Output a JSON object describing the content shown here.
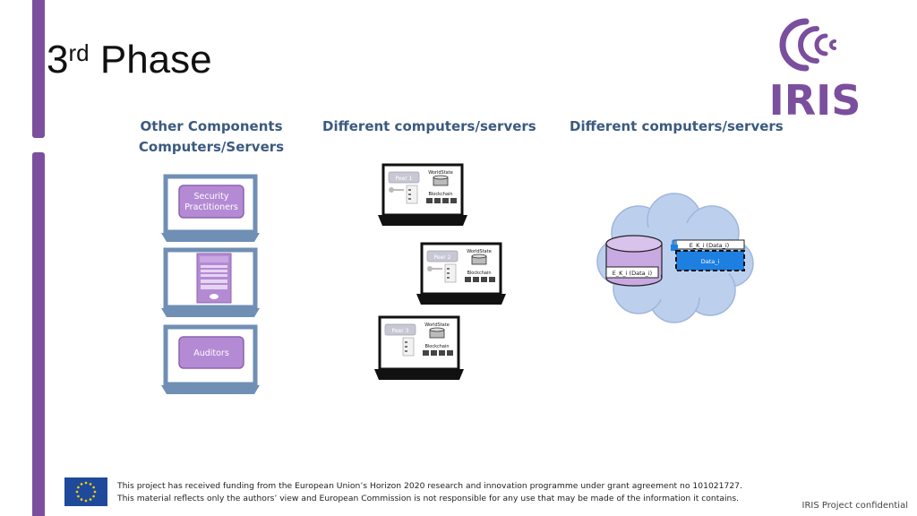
{
  "slide": {
    "title_number": "3",
    "title_suffix": "rd",
    "title_text": "Phase",
    "logo_text": "IRIS"
  },
  "columns": {
    "col1_line1": "Other Components",
    "col1_line2": "Computers/Servers",
    "col2": "Different computers/servers",
    "col3": "Different computers/servers"
  },
  "laptops_left": {
    "security_line1": "Security",
    "security_line2": "Practitioners",
    "auditors": "Auditors"
  },
  "peers": [
    {
      "label": "Peer 1",
      "worldstate": "WorldState",
      "blockchain": "Blockchain"
    },
    {
      "label": "Peer 2",
      "worldstate": "WorldState",
      "blockchain": "Blockchain"
    },
    {
      "label": "Peer 3",
      "worldstate": "WorldState",
      "blockchain": "Blockchain"
    }
  ],
  "cloud": {
    "ek_label_top": "E_K_i (Data_i)",
    "ek_label_left": "E_K_i (Data_i)",
    "data_label": "Data_i"
  },
  "footer": {
    "funding_line1": "This project has received funding from the European Union’s Horizon 2020 research and innovation programme under grant agreement no 101021727.",
    "funding_line2": "This material reflects only the authors’ view and European Commission is not responsible for any use that may be made of the information it contains.",
    "confidential": "IRIS Project confidential"
  },
  "colors": {
    "accent_purple": "#7b4f9d",
    "heading_blue": "#3b5a80",
    "laptop_blue": "#6f8fb4",
    "box_purple": "#b48ad4",
    "cloud_blue": "#bcd0ee",
    "data_blue": "#1d7fe0"
  }
}
